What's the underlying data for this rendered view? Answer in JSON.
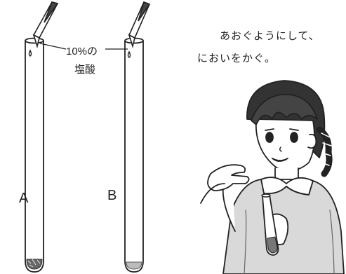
{
  "labels": {
    "acid_line1": "10%の",
    "acid_line2": "塩酸",
    "tube_a": "A",
    "tube_b": "B",
    "instruction_line1": "あおぐようにして、",
    "instruction_line2": "においをかぐ。"
  }
}
